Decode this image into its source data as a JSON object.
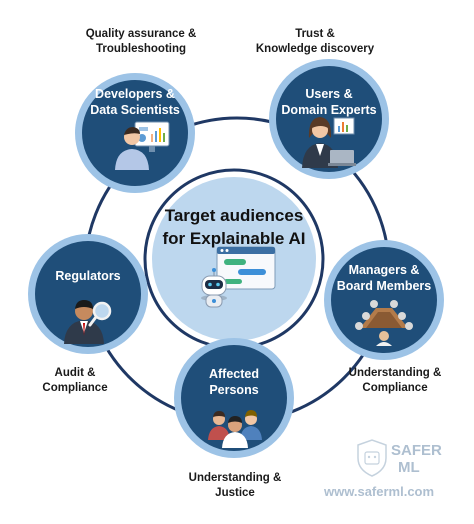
{
  "center": {
    "line1": "Target audiences",
    "line2": "for Explainable AI"
  },
  "nodes": [
    {
      "id": "developers",
      "title_line1": "Developers &",
      "title_line2": "Data Scientists",
      "caption_line1": "Quality assurance &",
      "caption_line2": "Troubleshooting",
      "icon": "developer-dashboard-icon"
    },
    {
      "id": "users",
      "title_line1": "Users &",
      "title_line2": "Domain Experts",
      "caption_line1": "Trust &",
      "caption_line2": "Knowledge discovery",
      "icon": "domain-expert-icon"
    },
    {
      "id": "managers",
      "title_line1": "Managers &",
      "title_line2": "Board Members",
      "caption_line1": "Understanding &",
      "caption_line2": "Compliance",
      "icon": "boardroom-icon"
    },
    {
      "id": "affected",
      "title_line1": "Affected",
      "title_line2": "Persons",
      "caption_line1": "Understanding &",
      "caption_line2": "Justice",
      "icon": "people-group-icon"
    },
    {
      "id": "regulators",
      "title_line1": "Regulators",
      "title_line2": "",
      "caption_line1": "Audit &",
      "caption_line2": "Compliance",
      "icon": "regulator-magnifier-icon"
    }
  ],
  "watermark": {
    "brand_line1": "SAFER",
    "brand_line2": "ML",
    "url": "www.saferml.com"
  },
  "colors": {
    "node_fill": "#1f4e79",
    "node_ring": "#9dc3e6",
    "center_fill": "#bdd7ee",
    "cycle_line": "#1f3864"
  }
}
